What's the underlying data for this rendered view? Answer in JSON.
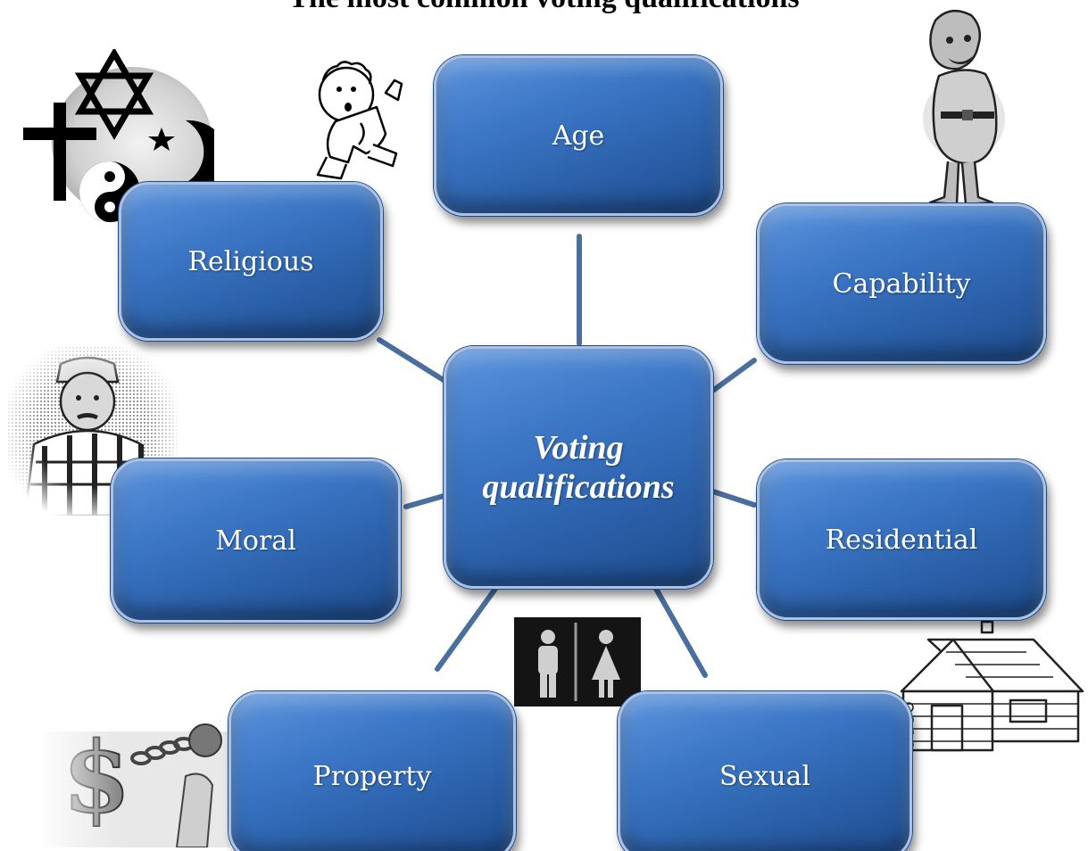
{
  "title": "The most common voting qualifications",
  "center_label": "Voting qualifications",
  "nodes": {
    "age": "Age",
    "religious": "Religious",
    "capability": "Capability",
    "moral": "Moral",
    "residential": "Residential",
    "property": "Property",
    "sexual": "Sexual"
  },
  "colors": {
    "box_fill": "#3c77c6",
    "box_border": "#a9c2e6",
    "connector": "#4a6f9e",
    "text": "#ffffff"
  }
}
